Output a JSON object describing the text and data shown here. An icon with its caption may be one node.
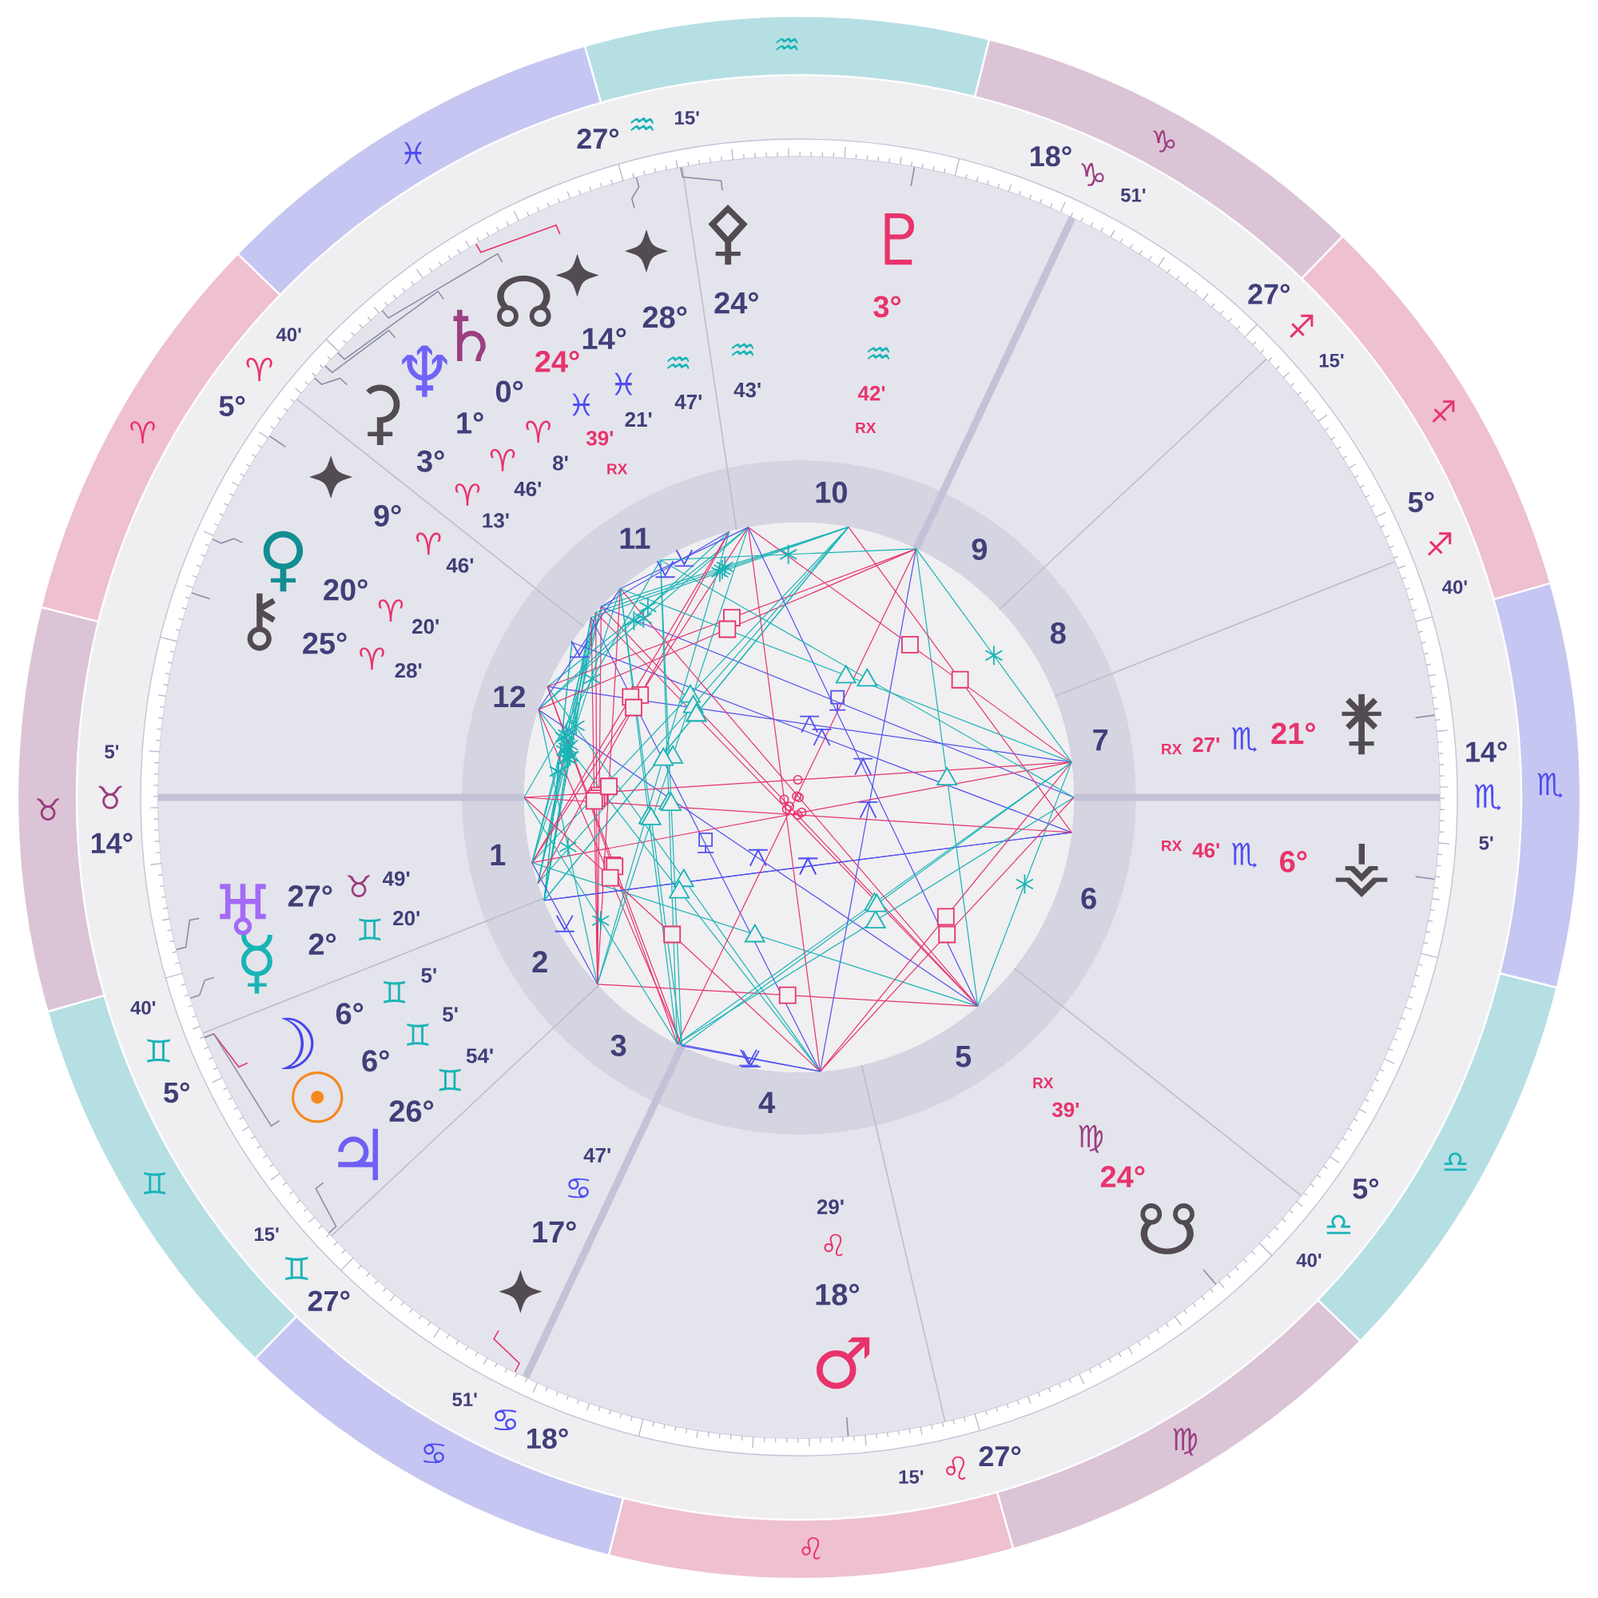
{
  "diagram": {
    "nodes": [
      {
        "text": [
          "♈"
        ]
      },
      {
        "text": [
          "♉"
        ]
      },
      {
        "text": [
          "♊"
        ]
      },
      {
        "text": [
          "♋"
        ]
      },
      {
        "text": [
          "♌"
        ]
      },
      {
        "text": [
          "♍"
        ]
      },
      {
        "text": [
          "♎"
        ]
      },
      {
        "text": [
          "♏"
        ]
      },
      {
        "text": [
          "♐"
        ]
      },
      {
        "text": [
          "♑"
        ]
      },
      {
        "text": [
          "♒"
        ]
      },
      {
        "text": [
          "♓"
        ]
      }
    ],
    "labels": [
      "1",
      "2",
      "3",
      "4",
      "5",
      "6",
      "7",
      "8",
      "9",
      "10",
      "11",
      "12",
      "14°",
      "♉",
      "5'",
      "5°",
      "♊",
      "40'",
      "27°",
      "♊",
      "15'",
      "18°",
      "♋",
      "51'",
      "27°",
      "♌",
      "15'",
      "5°",
      "♎",
      "40'",
      "14°",
      "♏",
      "5'",
      "5°",
      "♐",
      "40'",
      "27°",
      "♐",
      "15'",
      "18°",
      "♑",
      "51'",
      "27°",
      "♒",
      "15'",
      "5°",
      "♈",
      "40'",
      "♄",
      "0°",
      "♈",
      "8'",
      "♆",
      "1°",
      "♈",
      "46'",
      "⚳",
      "3°",
      "♈",
      "13'",
      "9°",
      "♈",
      "46'",
      "♀",
      "20°",
      "♈",
      "20'",
      "⚷",
      "25°",
      "♈",
      "28'",
      "♅",
      "27°",
      "♉",
      "49'",
      "☿",
      "2°",
      "♊",
      "20'",
      "☽",
      "6°",
      "♊",
      "5'",
      "☉",
      "6°",
      "♊",
      "5'",
      "♃",
      "26°",
      "♊",
      "54'",
      "17°",
      "♋",
      "47'",
      "♂",
      "18°",
      "♌",
      "29'",
      "☋",
      "24°",
      "♍",
      "39'",
      "RX",
      "⚶",
      "6°",
      "♏",
      "46'",
      "RX",
      "⚵",
      "21°",
      "♏",
      "27'",
      "RX",
      "♇",
      "3°",
      "♒",
      "42'",
      "RX",
      "⚴",
      "24°",
      "♒",
      "43'",
      "28°",
      "♒",
      "47'",
      "14°",
      "♓",
      "21'",
      "☊",
      "24°",
      "♓",
      "39'",
      "RX"
    ]
  }
}
